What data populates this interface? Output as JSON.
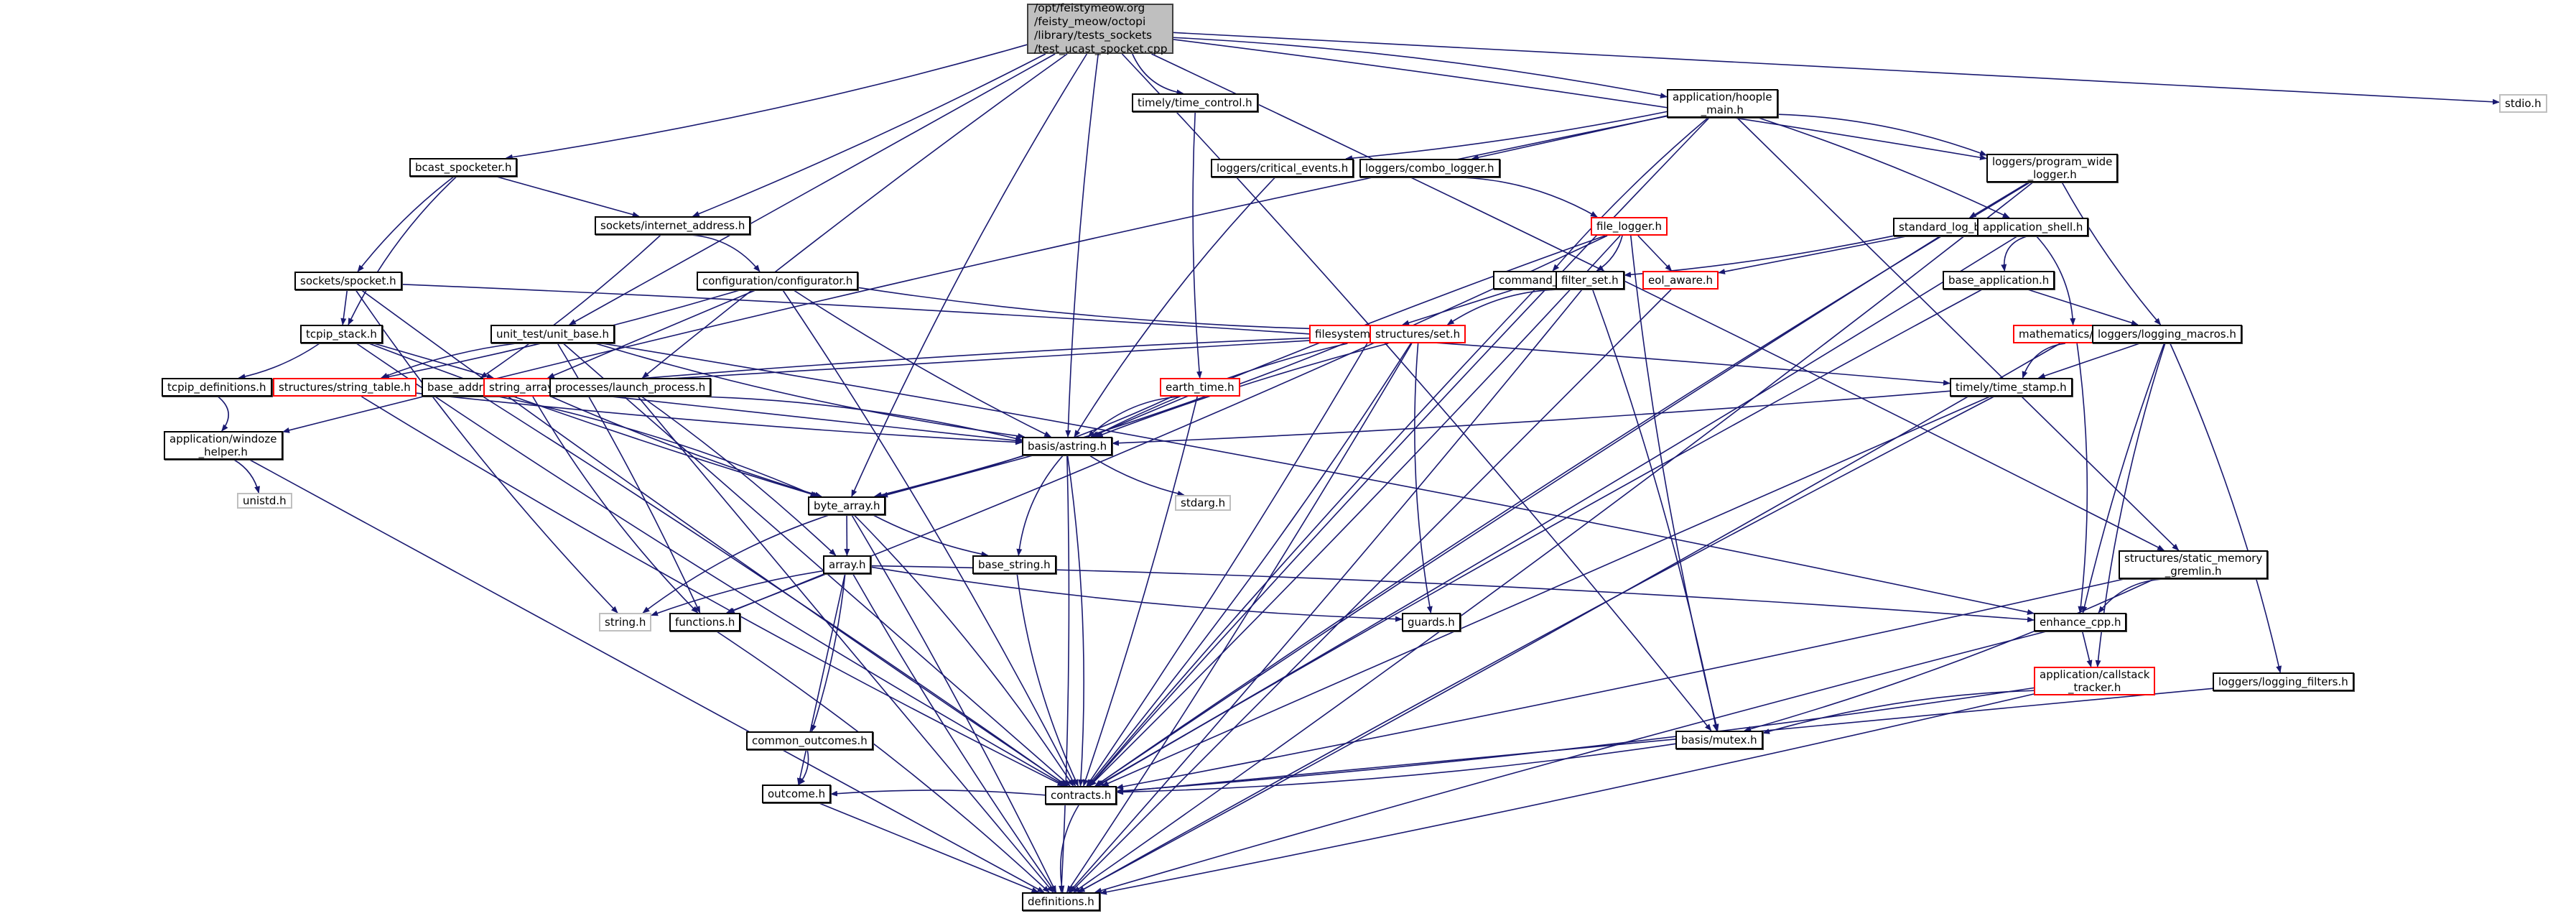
{
  "title": "Include dependency graph for test_ucast_spocket.cpp",
  "colors": {
    "edge": "#191970",
    "node_border": "#000000",
    "incomplete_border": "#ff0000",
    "system_border": "#bfbfbf",
    "root_fill": "#bfbfbf"
  },
  "nodes": [
    {
      "id": "root",
      "label": "/opt/feistymeow.org\n/feisty_meow/octopi\n/library/tests_sockets\n/test_ucast_spocket.cpp",
      "kind": "root"
    },
    {
      "id": "bcast_spocketer",
      "label": "bcast_spocketer.h",
      "kind": "normal"
    },
    {
      "id": "internet_address",
      "label": "sockets/internet_address.h",
      "kind": "normal"
    },
    {
      "id": "spocket",
      "label": "sockets/spocket.h",
      "kind": "normal"
    },
    {
      "id": "configurator",
      "label": "configuration/configurator.h",
      "kind": "normal"
    },
    {
      "id": "tcpip_stack",
      "label": "tcpip_stack.h",
      "kind": "normal"
    },
    {
      "id": "unit_base",
      "label": "unit_test/unit_base.h",
      "kind": "normal"
    },
    {
      "id": "tcpip_definitions",
      "label": "tcpip_definitions.h",
      "kind": "normal"
    },
    {
      "id": "string_table",
      "label": "structures/string_table.h",
      "kind": "incomplete"
    },
    {
      "id": "base_address",
      "label": "base_address.h",
      "kind": "normal"
    },
    {
      "id": "string_array",
      "label": "string_array.h",
      "kind": "incomplete"
    },
    {
      "id": "windoze_helper",
      "label": "application/windoze\n_helper.h",
      "kind": "normal"
    },
    {
      "id": "unistd",
      "label": "unistd.h",
      "kind": "system"
    },
    {
      "id": "launch_process",
      "label": "processes/launch_process.h",
      "kind": "normal"
    },
    {
      "id": "time_control",
      "label": "timely/time_control.h",
      "kind": "normal"
    },
    {
      "id": "earth_time",
      "label": "earth_time.h",
      "kind": "incomplete"
    },
    {
      "id": "astring",
      "label": "basis/astring.h",
      "kind": "normal"
    },
    {
      "id": "stdarg",
      "label": "stdarg.h",
      "kind": "system"
    },
    {
      "id": "byte_array",
      "label": "byte_array.h",
      "kind": "normal"
    },
    {
      "id": "array",
      "label": "array.h",
      "kind": "normal"
    },
    {
      "id": "base_string",
      "label": "base_string.h",
      "kind": "normal"
    },
    {
      "id": "string_h",
      "label": "string.h",
      "kind": "system"
    },
    {
      "id": "functions",
      "label": "functions.h",
      "kind": "normal"
    },
    {
      "id": "guards",
      "label": "guards.h",
      "kind": "normal"
    },
    {
      "id": "common_outcomes",
      "label": "common_outcomes.h",
      "kind": "normal"
    },
    {
      "id": "outcome",
      "label": "outcome.h",
      "kind": "normal"
    },
    {
      "id": "contracts",
      "label": "contracts.h",
      "kind": "normal"
    },
    {
      "id": "definitions",
      "label": "definitions.h",
      "kind": "normal"
    },
    {
      "id": "mutex",
      "label": "basis/mutex.h",
      "kind": "normal"
    },
    {
      "id": "hoople_main",
      "label": "application/hoople\n_main.h",
      "kind": "normal"
    },
    {
      "id": "critical_events",
      "label": "loggers/critical_events.h",
      "kind": "normal"
    },
    {
      "id": "combo_logger",
      "label": "loggers/combo_logger.h",
      "kind": "normal"
    },
    {
      "id": "file_logger",
      "label": "file_logger.h",
      "kind": "incomplete"
    },
    {
      "id": "command_line",
      "label": "command_line.h",
      "kind": "normal"
    },
    {
      "id": "filter_set",
      "label": "filter_set.h",
      "kind": "normal"
    },
    {
      "id": "eol_aware",
      "label": "eol_aware.h",
      "kind": "incomplete"
    },
    {
      "id": "filename",
      "label": "filesystem/filename.h",
      "kind": "incomplete"
    },
    {
      "id": "set",
      "label": "structures/set.h",
      "kind": "incomplete"
    },
    {
      "id": "program_wide_logger",
      "label": "loggers/program_wide\n_logger.h",
      "kind": "normal"
    },
    {
      "id": "standard_log_base",
      "label": "standard_log_base.h",
      "kind": "normal"
    },
    {
      "id": "application_shell",
      "label": "application_shell.h",
      "kind": "normal"
    },
    {
      "id": "base_application",
      "label": "base_application.h",
      "kind": "normal"
    },
    {
      "id": "chaos",
      "label": "mathematics/chaos.h",
      "kind": "incomplete"
    },
    {
      "id": "logging_macros",
      "label": "loggers/logging_macros.h",
      "kind": "normal"
    },
    {
      "id": "time_stamp",
      "label": "timely/time_stamp.h",
      "kind": "normal"
    },
    {
      "id": "static_memory_gremlin",
      "label": "structures/static_memory\n_gremlin.h",
      "kind": "normal"
    },
    {
      "id": "enhance_cpp",
      "label": "enhance_cpp.h",
      "kind": "normal"
    },
    {
      "id": "callstack_tracker",
      "label": "application/callstack\n_tracker.h",
      "kind": "incomplete"
    },
    {
      "id": "logging_filters",
      "label": "loggers/logging_filters.h",
      "kind": "normal"
    },
    {
      "id": "stdio",
      "label": "stdio.h",
      "kind": "system"
    }
  ],
  "edges": [
    [
      "root",
      "bcast_spocketer"
    ],
    [
      "root",
      "internet_address"
    ],
    [
      "root",
      "unit_base"
    ],
    [
      "root",
      "launch_process"
    ],
    [
      "root",
      "time_control"
    ],
    [
      "root",
      "hoople_main"
    ],
    [
      "root",
      "program_wide_logger"
    ],
    [
      "root",
      "stdio"
    ],
    [
      "root",
      "astring"
    ],
    [
      "root",
      "byte_array"
    ],
    [
      "root",
      "mutex"
    ],
    [
      "root",
      "static_memory_gremlin"
    ],
    [
      "bcast_spocketer",
      "internet_address"
    ],
    [
      "bcast_spocketer",
      "spocket"
    ],
    [
      "bcast_spocketer",
      "tcpip_stack"
    ],
    [
      "internet_address",
      "configurator"
    ],
    [
      "internet_address",
      "base_address"
    ],
    [
      "spocket",
      "tcpip_stack"
    ],
    [
      "spocket",
      "contracts"
    ],
    [
      "spocket",
      "string_h"
    ],
    [
      "spocket",
      "time_stamp"
    ],
    [
      "configurator",
      "string_table"
    ],
    [
      "configurator",
      "string_array"
    ],
    [
      "configurator",
      "astring"
    ],
    [
      "configurator",
      "set"
    ],
    [
      "configurator",
      "contracts"
    ],
    [
      "tcpip_stack",
      "tcpip_definitions"
    ],
    [
      "tcpip_stack",
      "string_array"
    ],
    [
      "tcpip_stack",
      "byte_array"
    ],
    [
      "tcpip_stack",
      "contracts"
    ],
    [
      "tcpip_definitions",
      "windoze_helper"
    ],
    [
      "windoze_helper",
      "unistd"
    ],
    [
      "windoze_helper",
      "definitions"
    ],
    [
      "unit_base",
      "string_table"
    ],
    [
      "unit_base",
      "astring"
    ],
    [
      "unit_base",
      "enhance_cpp"
    ],
    [
      "unit_base",
      "functions"
    ],
    [
      "unit_base",
      "contracts"
    ],
    [
      "string_table",
      "astring"
    ],
    [
      "string_table",
      "contracts"
    ],
    [
      "base_address",
      "byte_array"
    ],
    [
      "base_address",
      "contracts"
    ],
    [
      "string_array",
      "astring"
    ],
    [
      "string_array",
      "byte_array"
    ],
    [
      "string_array",
      "functions"
    ],
    [
      "launch_process",
      "astring"
    ],
    [
      "launch_process",
      "array"
    ],
    [
      "launch_process",
      "definitions"
    ],
    [
      "time_control",
      "earth_time"
    ],
    [
      "earth_time",
      "astring"
    ],
    [
      "earth_time",
      "byte_array"
    ],
    [
      "earth_time",
      "contracts"
    ],
    [
      "astring",
      "byte_array"
    ],
    [
      "astring",
      "stdarg"
    ],
    [
      "astring",
      "base_string"
    ],
    [
      "astring",
      "contracts"
    ],
    [
      "astring",
      "definitions"
    ],
    [
      "byte_array",
      "array"
    ],
    [
      "byte_array",
      "base_string"
    ],
    [
      "byte_array",
      "string_h"
    ],
    [
      "byte_array",
      "contracts"
    ],
    [
      "byte_array",
      "definitions"
    ],
    [
      "array",
      "functions"
    ],
    [
      "array",
      "string_h"
    ],
    [
      "array",
      "guards"
    ],
    [
      "array",
      "enhance_cpp"
    ],
    [
      "array",
      "common_outcomes"
    ],
    [
      "array",
      "outcome"
    ],
    [
      "array",
      "definitions"
    ],
    [
      "base_string",
      "contracts"
    ],
    [
      "functions",
      "definitions"
    ],
    [
      "common_outcomes",
      "outcome"
    ],
    [
      "outcome",
      "definitions"
    ],
    [
      "contracts",
      "outcome"
    ],
    [
      "contracts",
      "definitions"
    ],
    [
      "mutex",
      "contracts"
    ],
    [
      "hoople_main",
      "critical_events"
    ],
    [
      "hoople_main",
      "combo_logger"
    ],
    [
      "hoople_main",
      "command_line"
    ],
    [
      "hoople_main",
      "windoze_helper"
    ],
    [
      "hoople_main",
      "program_wide_logger"
    ],
    [
      "hoople_main",
      "application_shell"
    ],
    [
      "hoople_main",
      "static_memory_gremlin"
    ],
    [
      "hoople_main",
      "contracts"
    ],
    [
      "critical_events",
      "astring"
    ],
    [
      "combo_logger",
      "file_logger"
    ],
    [
      "file_logger",
      "filter_set"
    ],
    [
      "file_logger",
      "eol_aware"
    ],
    [
      "file_logger",
      "astring"
    ],
    [
      "file_logger",
      "mutex"
    ],
    [
      "file_logger",
      "functions"
    ],
    [
      "file_logger",
      "contracts"
    ],
    [
      "command_line",
      "filename"
    ],
    [
      "command_line",
      "contracts"
    ],
    [
      "filter_set",
      "set"
    ],
    [
      "filter_set",
      "mutex"
    ],
    [
      "filter_set",
      "definitions"
    ],
    [
      "eol_aware",
      "definitions"
    ],
    [
      "filename",
      "string_array"
    ],
    [
      "filename",
      "astring"
    ],
    [
      "filename",
      "byte_array"
    ],
    [
      "filename",
      "contracts"
    ],
    [
      "set",
      "string_array"
    ],
    [
      "set",
      "astring"
    ],
    [
      "set",
      "guards"
    ],
    [
      "set",
      "contracts"
    ],
    [
      "set",
      "definitions"
    ],
    [
      "program_wide_logger",
      "standard_log_base"
    ],
    [
      "program_wide_logger",
      "logging_macros"
    ],
    [
      "program_wide_logger",
      "contracts"
    ],
    [
      "program_wide_logger",
      "definitions"
    ],
    [
      "standard_log_base",
      "filter_set"
    ],
    [
      "standard_log_base",
      "eol_aware"
    ],
    [
      "standard_log_base",
      "contracts"
    ],
    [
      "application_shell",
      "base_application"
    ],
    [
      "application_shell",
      "chaos"
    ],
    [
      "application_shell",
      "contracts"
    ],
    [
      "base_application",
      "logging_macros"
    ],
    [
      "base_application",
      "contracts"
    ],
    [
      "chaos",
      "time_stamp"
    ],
    [
      "chaos",
      "enhance_cpp"
    ],
    [
      "chaos",
      "definitions"
    ],
    [
      "logging_macros",
      "time_stamp"
    ],
    [
      "logging_macros",
      "enhance_cpp"
    ],
    [
      "logging_macros",
      "callstack_tracker"
    ],
    [
      "logging_macros",
      "logging_filters"
    ],
    [
      "time_stamp",
      "astring"
    ],
    [
      "time_stamp",
      "contracts"
    ],
    [
      "time_stamp",
      "definitions"
    ],
    [
      "static_memory_gremlin",
      "enhance_cpp"
    ],
    [
      "static_memory_gremlin",
      "mutex"
    ],
    [
      "static_memory_gremlin",
      "contracts"
    ],
    [
      "enhance_cpp",
      "callstack_tracker"
    ],
    [
      "enhance_cpp",
      "definitions"
    ],
    [
      "callstack_tracker",
      "mutex"
    ],
    [
      "callstack_tracker",
      "contracts"
    ],
    [
      "callstack_tracker",
      "definitions"
    ],
    [
      "logging_filters",
      "contracts"
    ]
  ]
}
